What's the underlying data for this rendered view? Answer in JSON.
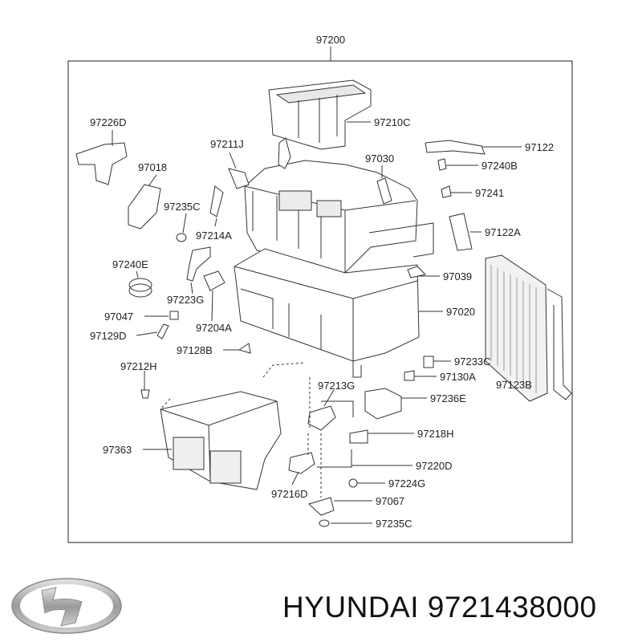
{
  "assembly_number": "97200",
  "parts": [
    "97210C",
    "97122",
    "97240B",
    "97241",
    "97122A",
    "97039",
    "97020",
    "97233C",
    "97130A",
    "97123B",
    "97236E",
    "97218H",
    "97220D",
    "97224G",
    "97067",
    "97235C",
    "97226D",
    "97211J",
    "97030",
    "97018",
    "97235C",
    "97214A",
    "97240E",
    "97223G",
    "97047",
    "97204A",
    "97129D",
    "97128B",
    "97212H",
    "97213G",
    "97363",
    "97216D"
  ],
  "footer": {
    "brand": "HYUNDAI 9721438000",
    "logo": "hyundai-logo-icon"
  },
  "colors": {
    "line": "#333333",
    "frame": "#444444",
    "logo_silver": "#a8a8a8"
  }
}
